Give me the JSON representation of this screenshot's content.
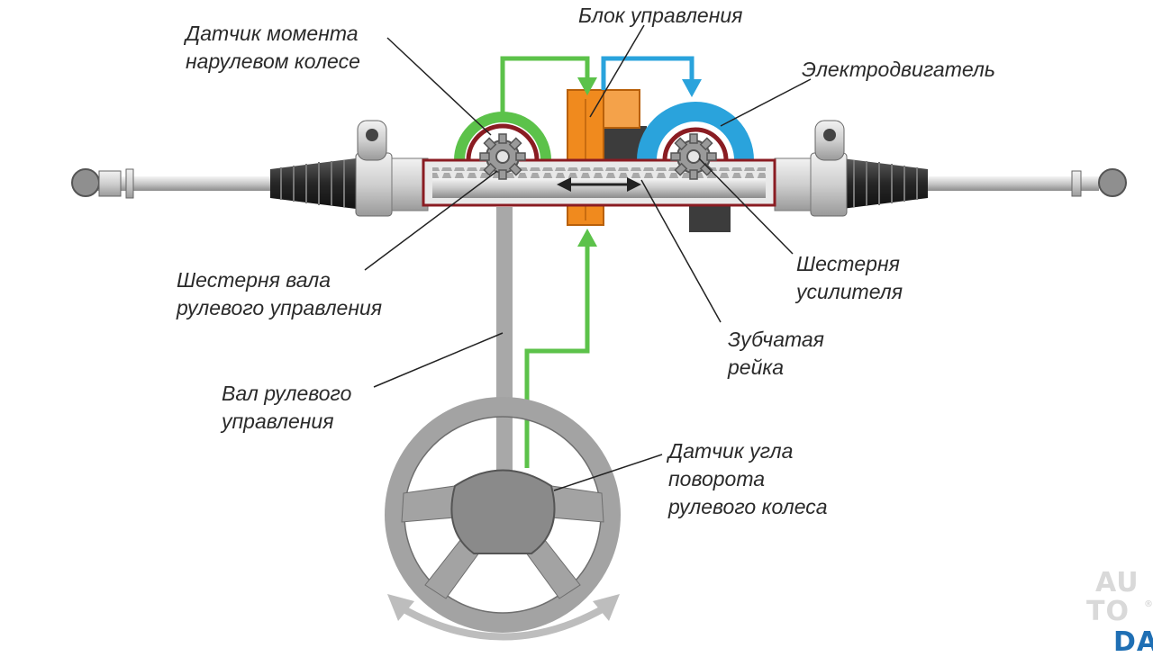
{
  "labels": {
    "torque_sensor": [
      "Датчик момента",
      "нарулевом колесе"
    ],
    "control_unit": [
      "Блок управления"
    ],
    "electric_motor": [
      "Электродвигатель"
    ],
    "steering_shaft_pinion": [
      "Шестерня вала",
      "рулевого управления"
    ],
    "assist_pinion": [
      "Шестерня",
      "усилителя"
    ],
    "toothed_rack": [
      "Зубчатая",
      "рейка"
    ],
    "steering_shaft": [
      "Вал рулевого",
      "управления"
    ],
    "steering_angle_sensor": [
      "Датчик угла",
      "поворота",
      "рулевого колеса"
    ]
  },
  "logo": {
    "line1": "AU",
    "line2a": "TO",
    "line2b": "TO",
    "line3": "DAY"
  },
  "colors": {
    "signal_green": "#5cc24a",
    "signal_blue": "#2aa3dc",
    "control_unit_orange": "#f08a1e",
    "motor_blue": "#2aa3dc",
    "rack_outline": "#8a1c22",
    "logo_dark": "#1f6fb4",
    "logo_light": "#d9d9d9"
  }
}
